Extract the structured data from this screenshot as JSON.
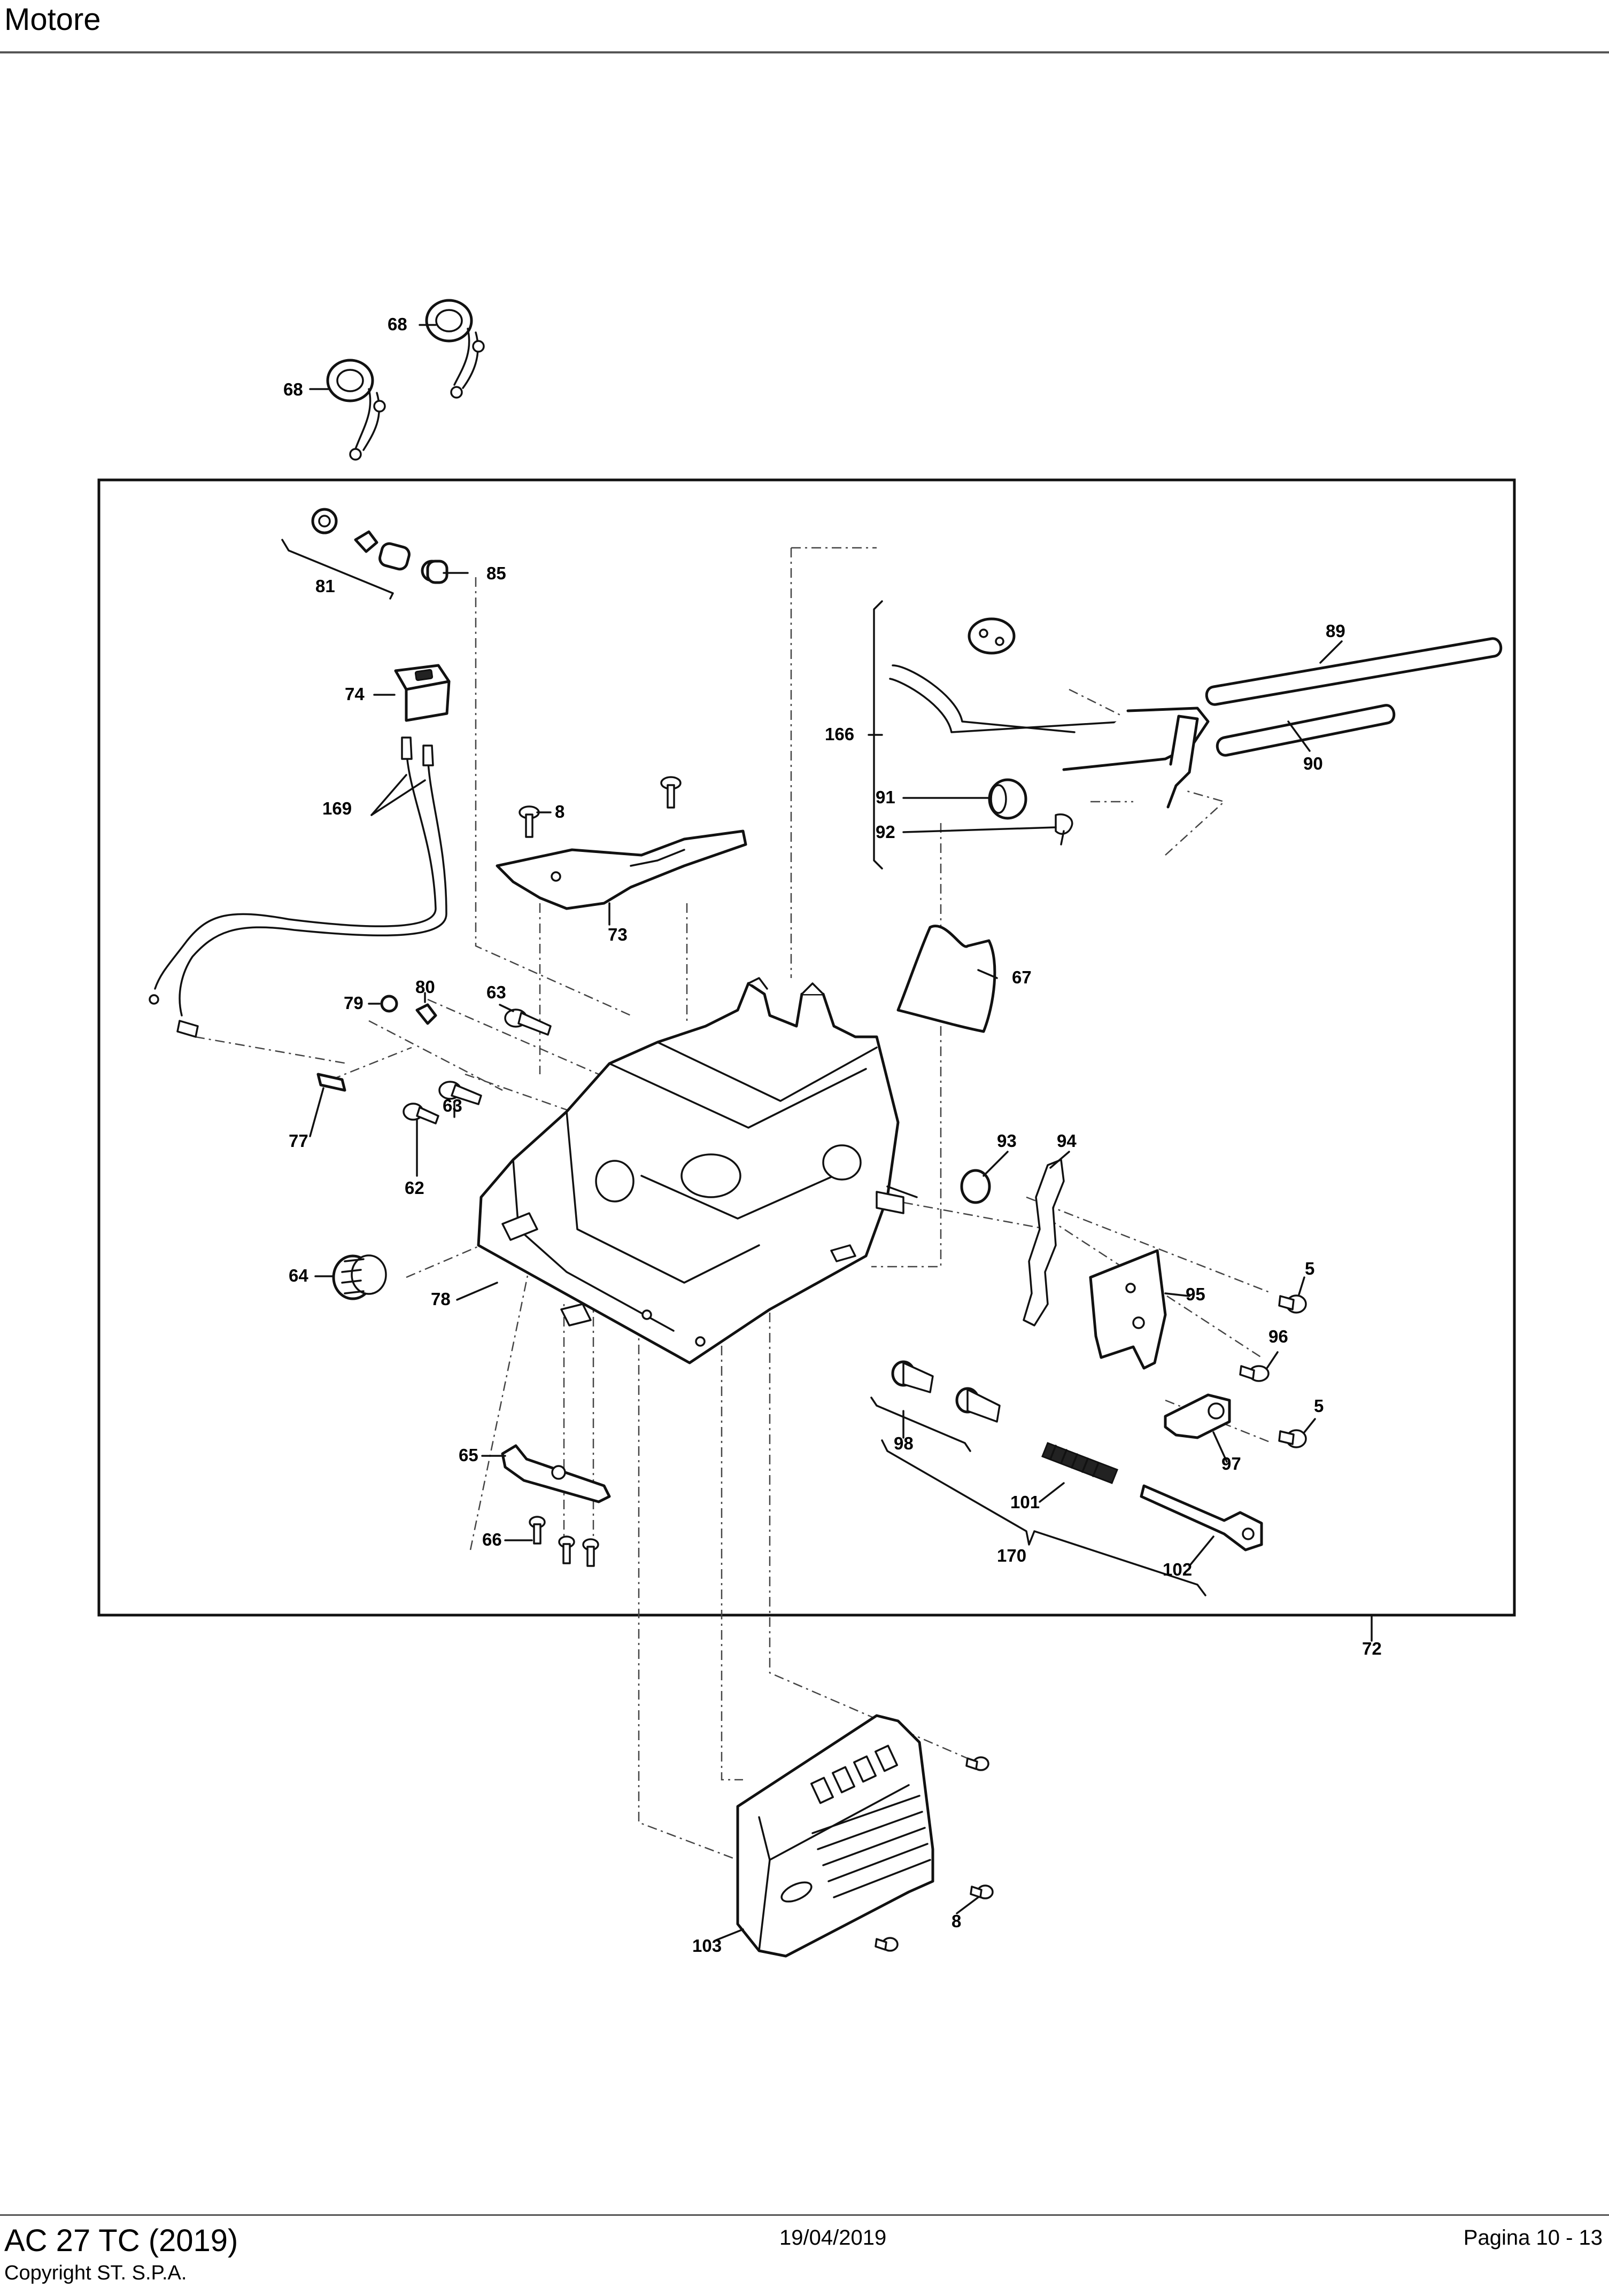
{
  "header": {
    "title": "Motore"
  },
  "footer": {
    "model": "AC 27 TC (2019)",
    "copyright": "Copyright ST. S.P.A.",
    "date": "19/04/2019",
    "page": "Pagina 10 - 13"
  },
  "callouts": {
    "c68a": "68",
    "c68b": "68",
    "c81": "81",
    "c85": "85",
    "c74": "74",
    "c169": "169",
    "c8a": "8",
    "c73": "73",
    "c89": "89",
    "c90": "90",
    "c166": "166",
    "c91": "91",
    "c92": "92",
    "c67": "67",
    "c79": "79",
    "c80": "80",
    "c63a": "63",
    "c63b": "63",
    "c77": "77",
    "c62": "62",
    "c64": "64",
    "c78": "78",
    "c93": "93",
    "c94": "94",
    "c5a": "5",
    "c95": "95",
    "c96": "96",
    "c5b": "5",
    "c97": "97",
    "c98": "98",
    "c101": "101",
    "c65": "65",
    "c66": "66",
    "c170": "170",
    "c102": "102",
    "c72": "72",
    "c103": "103",
    "c8b": "8"
  }
}
